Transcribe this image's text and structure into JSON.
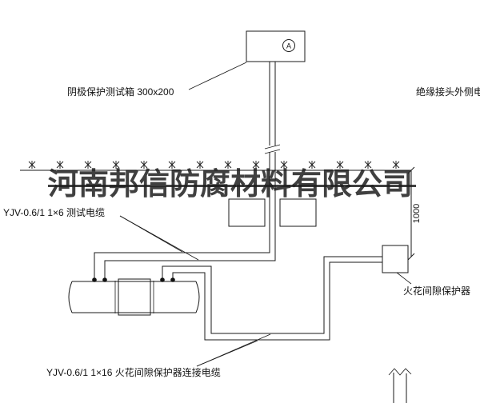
{
  "watermark": {
    "text": "河南邦信防腐材料有限公司"
  },
  "labels": {
    "test_box": "阴极保护测试箱 300x200",
    "insulated_joint_cable": "绝缘接头外侧电缆",
    "test_cable": "YJV-0.6/1 1×6 测试电缆",
    "spark_gap_protector": "火花间隙保护器",
    "spark_gap_cable": "YJV-0.6/1 1×16 火花间隙保护器连接电缆",
    "ammeter": "A",
    "dimension": "1000"
  },
  "colors": {
    "line": "#1a1a1a",
    "watermark": "#1e1e1e",
    "background": "#ffffff"
  }
}
